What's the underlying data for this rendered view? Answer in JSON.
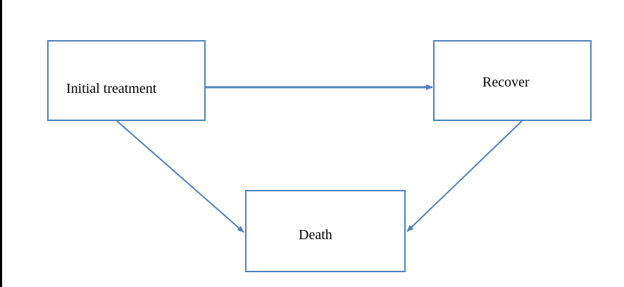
{
  "diagram": {
    "nodes": {
      "initial_treatment": "Initial treatment",
      "recover": "Recover",
      "death": "Death"
    },
    "edges": [
      {
        "from": "Initial treatment",
        "to": "Recover"
      },
      {
        "from": "Initial treatment",
        "to": "Death"
      },
      {
        "from": "Recover",
        "to": "Death"
      }
    ],
    "colors": {
      "stroke": "#4e81bd",
      "text": "#000000",
      "background": "#ffffff",
      "frame_left_border": "#000000"
    }
  }
}
